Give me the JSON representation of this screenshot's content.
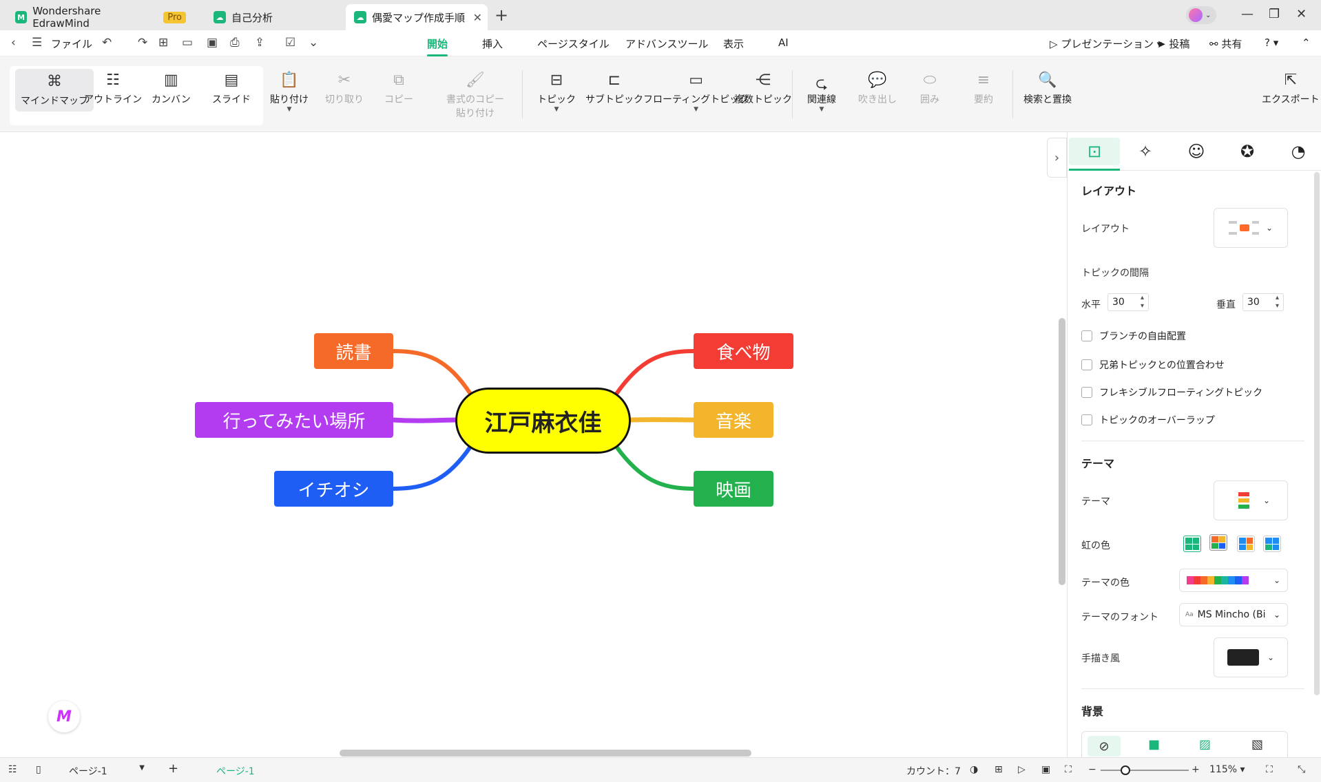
{
  "app": {
    "name": "Wondershare EdrawMind",
    "badge": "Pro"
  },
  "tabs": [
    {
      "label": "自己分析"
    },
    {
      "label": "偶愛マップ作成手順"
    }
  ],
  "menu": {
    "file": "ファイル",
    "items": [
      "開始",
      "挿入",
      "ページスタイル",
      "アドバンスツール",
      "表示",
      "AI"
    ],
    "right": [
      "プレゼンテーション",
      "投稿",
      "共有"
    ]
  },
  "ribbon": {
    "views": [
      "マインドマップ",
      "アウトライン",
      "カンバン",
      "スライド"
    ],
    "edit": [
      "貼り付け",
      "切り取り",
      "コピー",
      "書式のコピー",
      "貼り付け"
    ],
    "insert": [
      "トピック",
      "サブトピック",
      "フローティングトピック",
      "複数トピック"
    ],
    "more": [
      "関連線",
      "吹き出し",
      "囲み",
      "要約"
    ],
    "find": "検索と置換",
    "export": "エクスポート"
  },
  "mindmap": {
    "center": "江戸麻衣佳",
    "left": [
      {
        "label": "読書",
        "color": "#f56a28"
      },
      {
        "label": "行ってみたい場所",
        "color": "#b33cf0"
      },
      {
        "label": "イチオシ",
        "color": "#1e5ef5"
      }
    ],
    "right": [
      {
        "label": "食べ物",
        "color": "#f23c34"
      },
      {
        "label": "音楽",
        "color": "#f2b52b"
      },
      {
        "label": "映画",
        "color": "#22b14c"
      }
    ]
  },
  "panel": {
    "layout_title": "レイアウト",
    "layout_label": "レイアウト",
    "spacing_label": "トピックの間隔",
    "h_label": "水平",
    "h_value": "30",
    "v_label": "垂直",
    "v_value": "30",
    "checks": [
      "ブランチの自由配置",
      "兄弟トピックとの位置合わせ",
      "フレキシブルフローティングトピック",
      "トピックのオーバーラップ"
    ],
    "theme_title": "テーマ",
    "theme_label": "テーマ",
    "rainbow_label": "虹の色",
    "theme_color_label": "テーマの色",
    "theme_font_label": "テーマのフォント",
    "theme_font_value": "MS Mincho (Bi",
    "handdrawn_label": "手描き風",
    "bg_title": "背景"
  },
  "status": {
    "page_selector": "ページ-1",
    "page_tab": "ページ-1",
    "count": "カウント：7",
    "zoom": "115%"
  }
}
